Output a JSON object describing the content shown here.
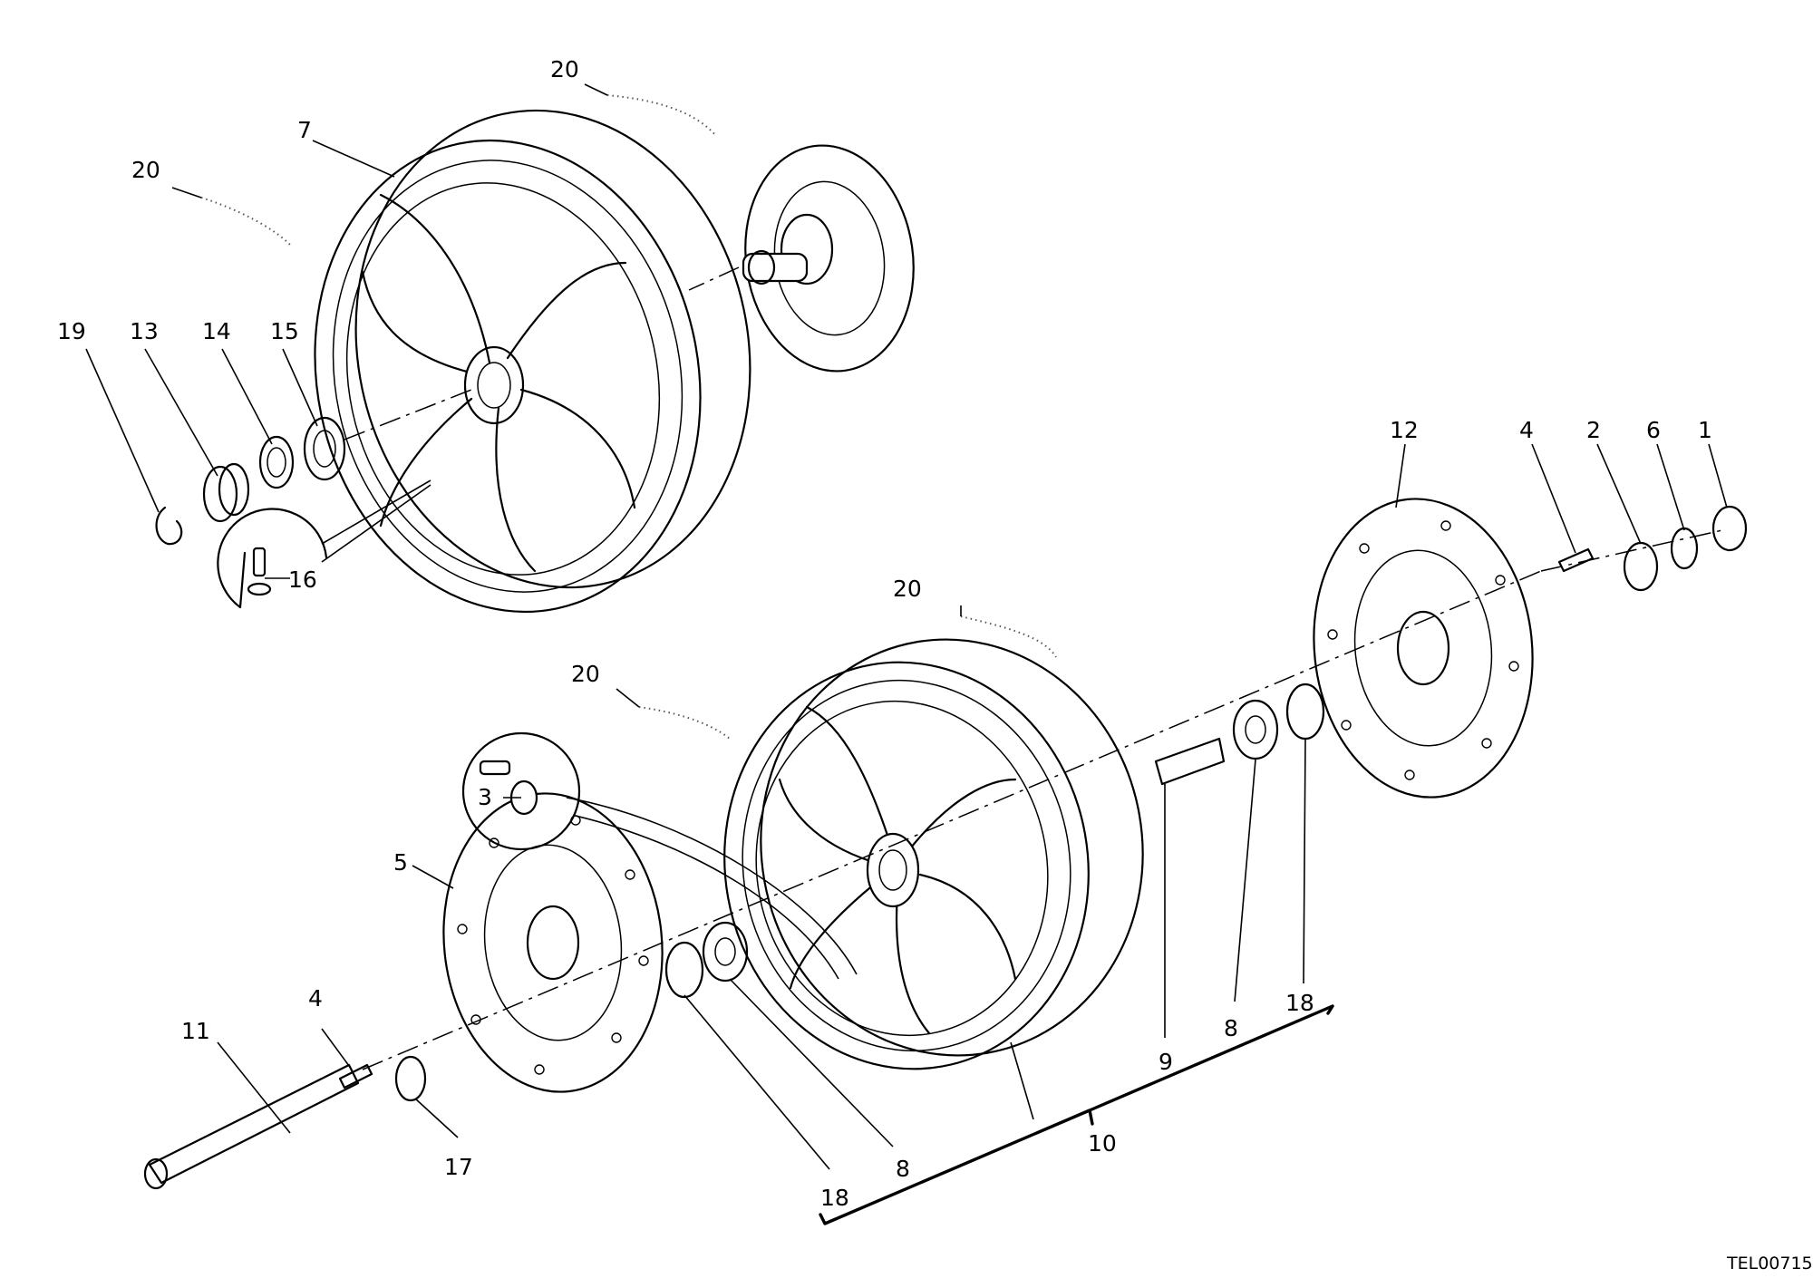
{
  "drawing_code": "TEL00715",
  "callouts": {
    "c1": "1",
    "c2": "2",
    "c3": "3",
    "c4a": "4",
    "c4b": "4",
    "c5": "5",
    "c6": "6",
    "c7": "7",
    "c8a": "8",
    "c8b": "8",
    "c9": "9",
    "c10": "10",
    "c11": "11",
    "c12": "12",
    "c13": "13",
    "c14": "14",
    "c15": "15",
    "c16": "16",
    "c17": "17",
    "c18a": "18",
    "c18b": "18",
    "c19": "19",
    "c20a": "20",
    "c20b": "20",
    "c20c": "20",
    "c20d": "20"
  }
}
